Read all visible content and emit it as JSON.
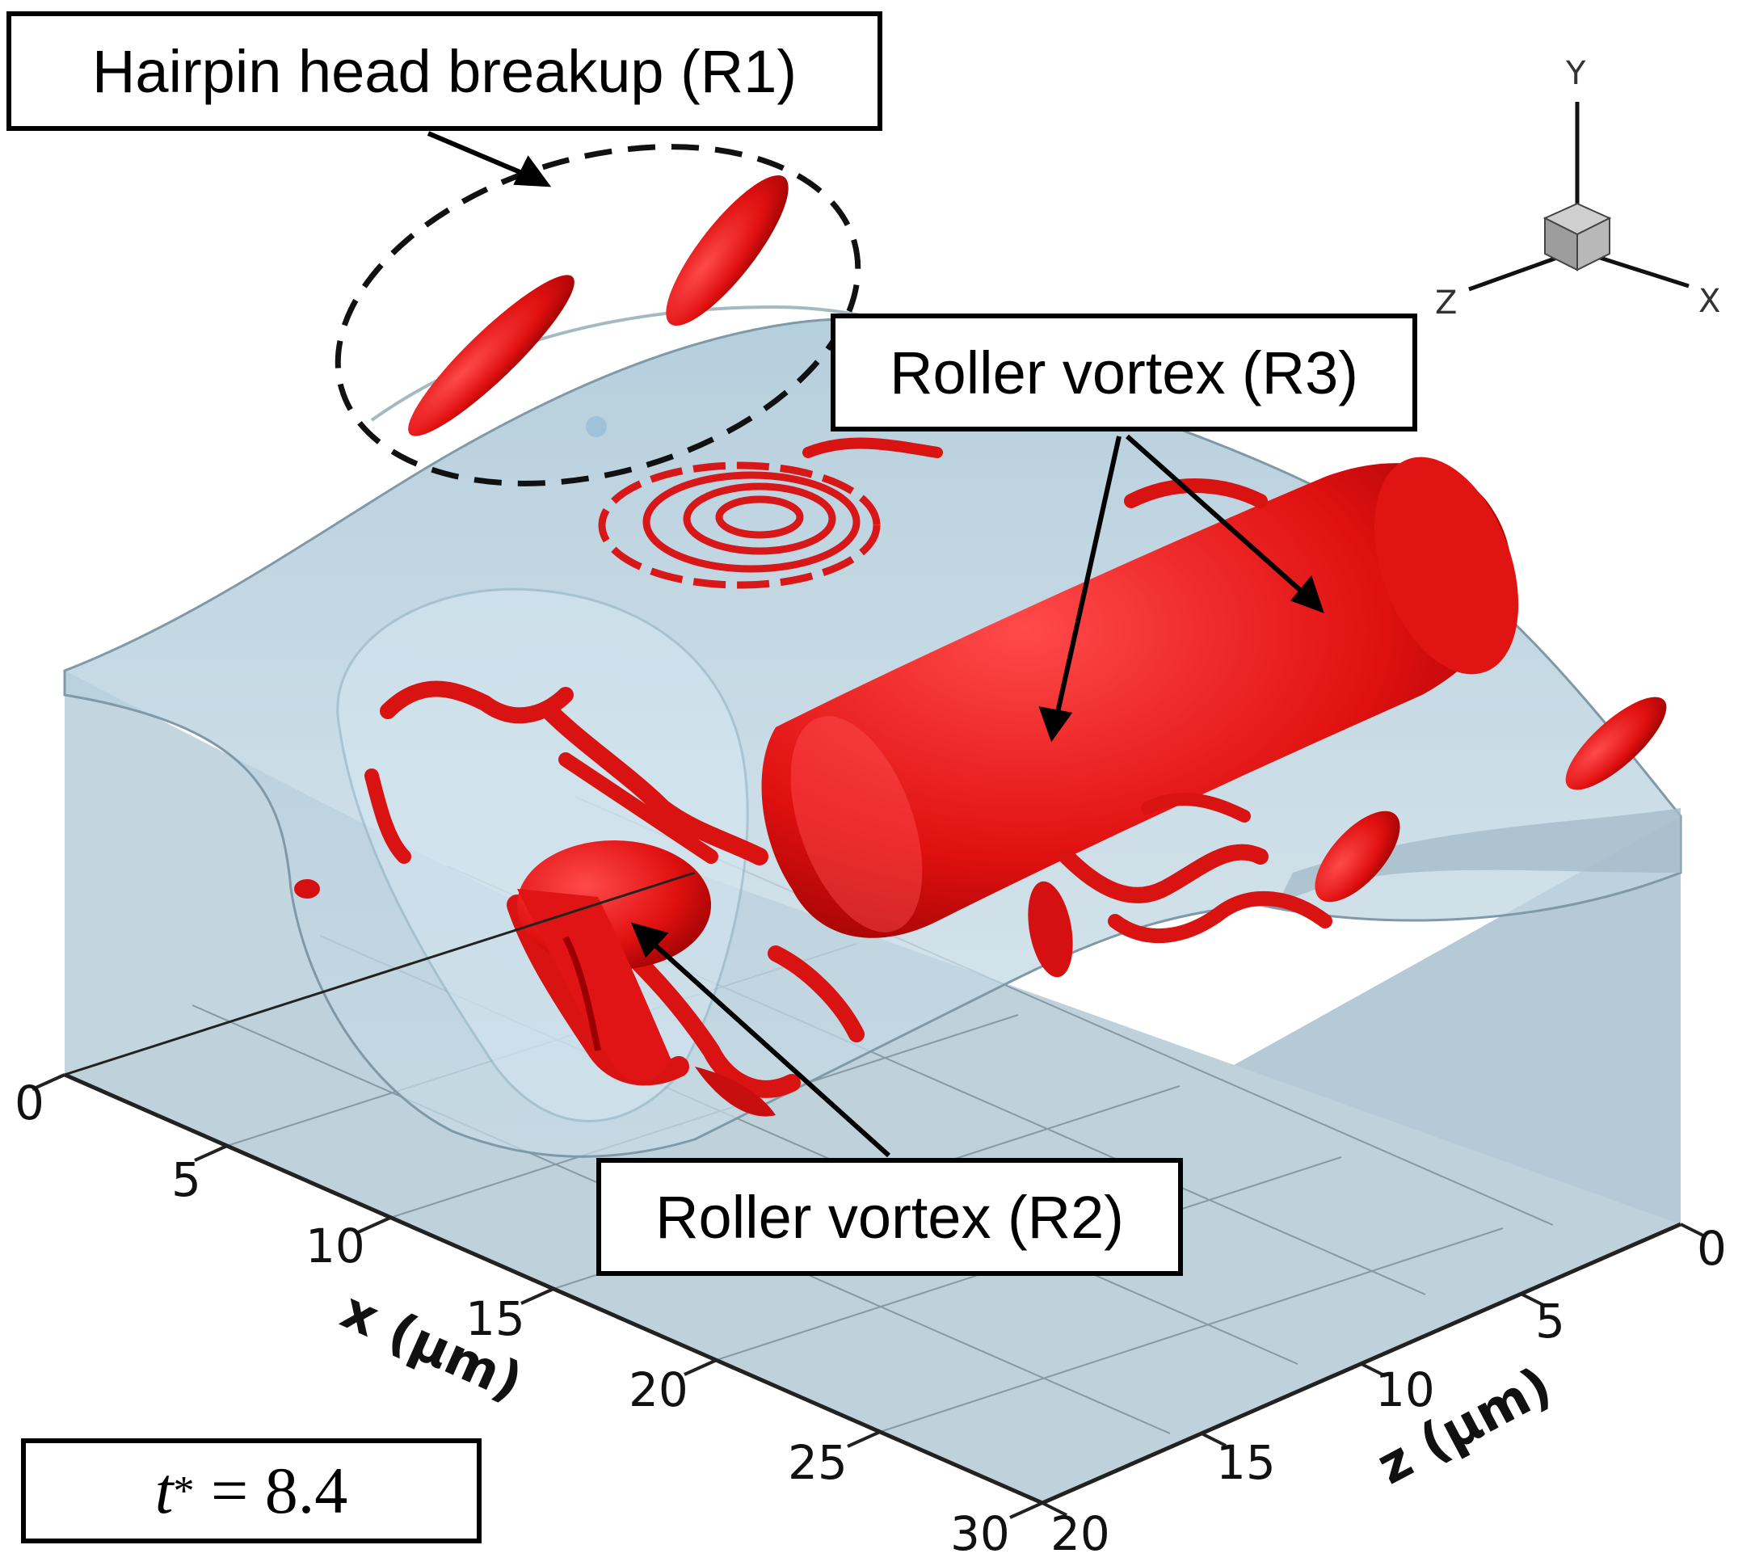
{
  "callouts": {
    "r1": "Hairpin head breakup (R1)",
    "r3": "Roller vortex (R3)",
    "r2": "Roller vortex (R2)"
  },
  "time_label": {
    "symbol": "t",
    "superscript": "*",
    "equals": "= 8.4"
  },
  "x_axis": {
    "title": "x (μm)",
    "ticks": [
      "0",
      "5",
      "10",
      "15",
      "20",
      "25",
      "30"
    ]
  },
  "z_axis": {
    "title": "z (μm)",
    "ticks": [
      "0",
      "5",
      "10",
      "15",
      "20"
    ]
  },
  "triad": {
    "y": "Y",
    "z": "Z",
    "x": "X"
  },
  "colors": {
    "vortex": "#dd1111",
    "vortex_dark": "#a40000",
    "interface": "#b9d4e3",
    "domain": "#c2d4de",
    "domain_dark": "#9fb6c3"
  }
}
